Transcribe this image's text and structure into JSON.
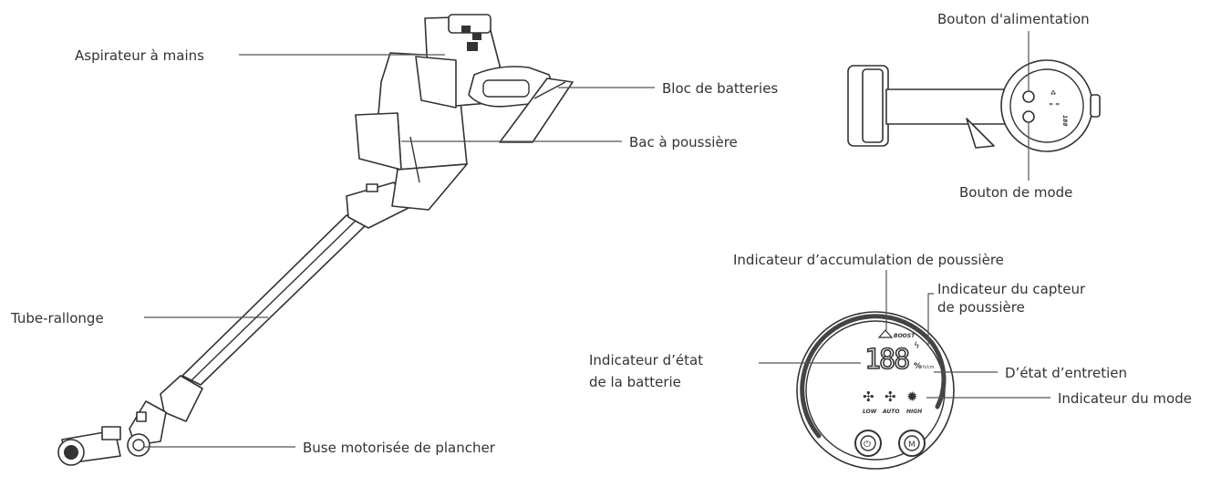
{
  "labels": {
    "handheld": "Aspirateur à mains",
    "battery_pack": "Bloc de batteries",
    "dust_bin": "Bac à poussière",
    "extension_tube": "Tube-rallonge",
    "floor_nozzle": "Buse motorisée de plancher",
    "power_button": "Bouton d'alimentation",
    "mode_button": "Bouton de mode",
    "dust_accumulation": "Indicateur d’accumulation de poussière",
    "dust_sensor_line1": "Indicateur du capteur",
    "dust_sensor_line2": "de poussière",
    "battery_status_line1": "Indicateur d’état",
    "battery_status_line2": "de la batterie",
    "maintenance_status": "D’état d’entretien",
    "mode_indicator": "Indicateur du mode"
  },
  "display": {
    "boost": "BOOST",
    "digits": "188",
    "percent": "%",
    "percent_suffix": "h/cm",
    "modes": [
      "LOW",
      "AUTO",
      "HIGH"
    ],
    "power_symbol": "⏻",
    "mode_symbol": "M"
  },
  "colors": {
    "ink": "#333333",
    "ring": "#555555"
  }
}
